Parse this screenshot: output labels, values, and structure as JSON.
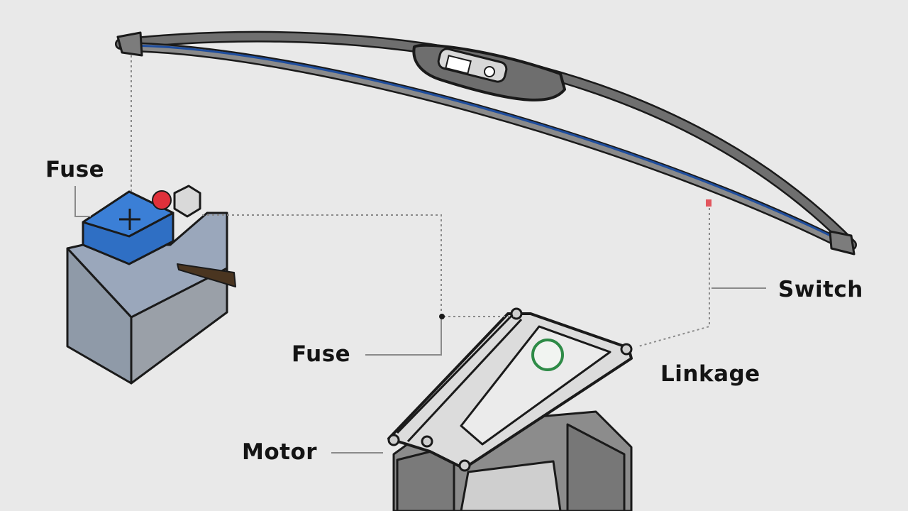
{
  "labels": {
    "fuse_top": "Fuse",
    "switch": "Switch",
    "fuse_mid": "Fuse",
    "linkage": "Linkage",
    "motor": "Motor"
  },
  "colors": {
    "background": "#e9e9e9",
    "outline": "#1a1a1a",
    "battery_body": "#9aa3b0",
    "battery_top": "#2f6fc4",
    "wire_blue": "#1f4e9e",
    "leader_line": "#888888",
    "green_ring": "#2e8b47",
    "red_terminal": "#e0303a"
  }
}
